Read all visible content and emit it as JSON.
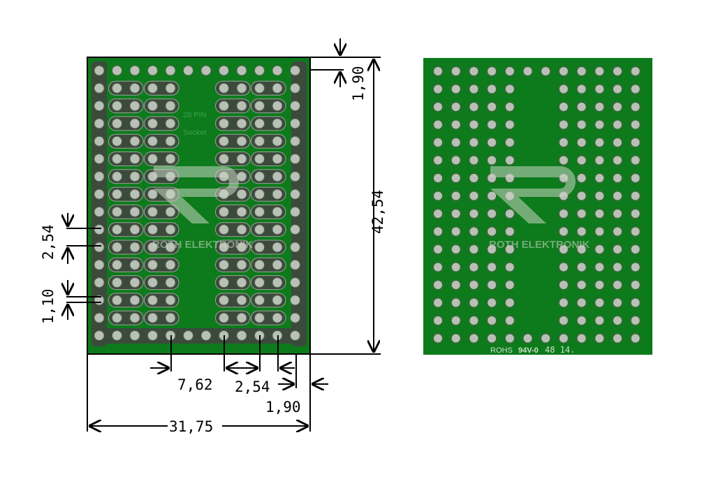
{
  "dimensions": {
    "top_margin": "1,90",
    "height": "42,54",
    "pitch_vertical": "2,54",
    "pad_gap": "1,10",
    "row_spacing": "7,62",
    "pitch_horizontal": "2,54",
    "side_margin": "1,90",
    "width": "31,75"
  },
  "left_board": {
    "label_line1": "28 PIN",
    "label_line2": "Socket",
    "watermark": "ROTH ELEKTRONIK"
  },
  "right_board": {
    "watermark": "ROTH ELEKTRONIK",
    "marking_rohs": "ROHS",
    "marking_rating": "94V-0",
    "marking_date": "48 14."
  },
  "colors": {
    "pcb": "#0d7a1c",
    "pcb_dark": "#075d12",
    "pad": "#b9c0b6",
    "rail": "#3c4a3c"
  }
}
